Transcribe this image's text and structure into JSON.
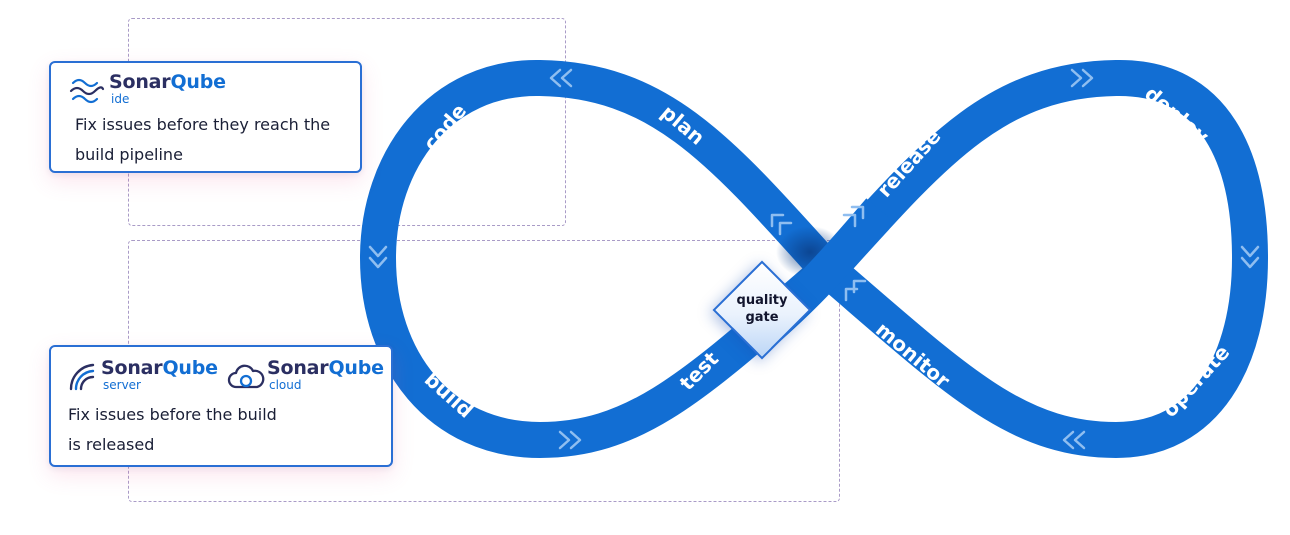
{
  "stages": {
    "code": "code",
    "plan": "plan",
    "release": "release",
    "deploy": "deploy",
    "operate": "operate",
    "monitor": "monitor",
    "test": "test",
    "build": "build"
  },
  "quality_gate": {
    "line1": "quality",
    "line2": "gate"
  },
  "ide_card": {
    "brand_part1": "Sonar",
    "brand_part2": "Qube",
    "brand_sub": "ide",
    "desc_line1": "Fix issues before they reach the",
    "desc_line2": "build pipeline"
  },
  "server_card": {
    "server_part1": "Sonar",
    "server_part2": "Qube",
    "server_sub": "server",
    "cloud_part1": "Sonar",
    "cloud_part2": "Qube",
    "cloud_sub": "cloud",
    "desc_line1": "Fix issues before the build",
    "desc_line2": "is released"
  },
  "colors": {
    "loop_blue": "#126ed3",
    "card_border": "#2a6fd4",
    "navy_text": "#2b2f62",
    "dashed_border": "#a99bc7"
  }
}
